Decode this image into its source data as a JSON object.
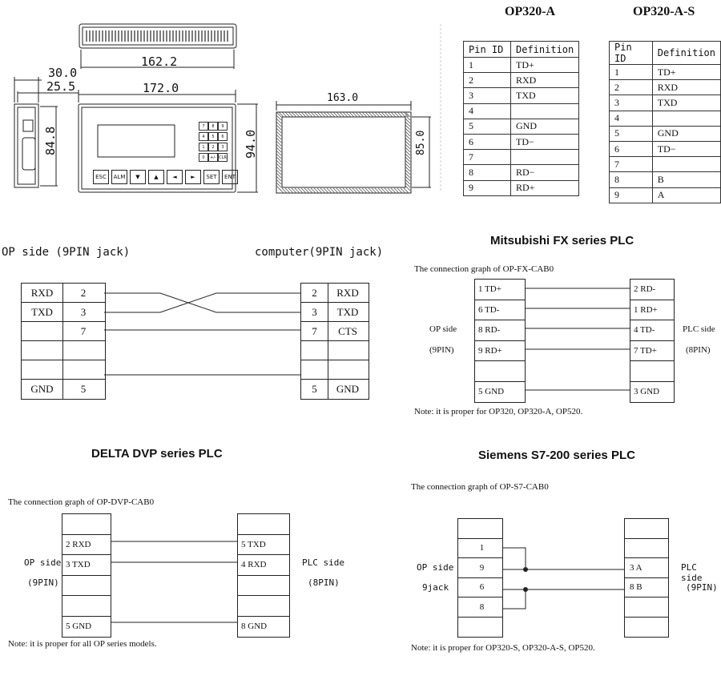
{
  "dims": {
    "w162": "162.2",
    "w30": "30.0",
    "w25": "25.5",
    "w172": "172.0",
    "h84": "84.8",
    "h94": "94.0",
    "w163": "163.0",
    "h85": "85.0"
  },
  "keys": {
    "row": [
      "ESC",
      "ALM",
      "▼",
      "▲",
      "◄",
      "►",
      "SET",
      "ENT"
    ],
    "pad": [
      "7",
      "8",
      "9",
      "4",
      "5",
      "6",
      "1",
      "2",
      "3",
      "0",
      "+/-",
      "CLR"
    ]
  },
  "op320a": {
    "title": "OP320-A",
    "headers": [
      "Pin ID",
      "Definition"
    ],
    "rows": [
      [
        "1",
        "TD+"
      ],
      [
        "2",
        "RXD"
      ],
      [
        "3",
        "TXD"
      ],
      [
        "4",
        ""
      ],
      [
        "5",
        "GND"
      ],
      [
        "6",
        "TD−"
      ],
      [
        "7",
        ""
      ],
      [
        "8",
        "RD−"
      ],
      [
        "9",
        "RD+"
      ]
    ]
  },
  "op320as": {
    "title": "OP320-A-S",
    "headers": [
      "Pin ID",
      "Definition"
    ],
    "rows": [
      [
        "1",
        "TD+"
      ],
      [
        "2",
        "RXD"
      ],
      [
        "3",
        "TXD"
      ],
      [
        "4",
        ""
      ],
      [
        "5",
        "GND"
      ],
      [
        "6",
        "TD−"
      ],
      [
        "7",
        ""
      ],
      [
        "8",
        "B"
      ],
      [
        "9",
        "A"
      ]
    ]
  },
  "pc": {
    "left_title": "OP side (9PIN jack)",
    "right_title": "computer(9PIN jack)",
    "left_rows": [
      [
        "RXD",
        "2"
      ],
      [
        "TXD",
        "3"
      ],
      [
        "",
        "7"
      ],
      [
        "",
        ""
      ],
      [
        "",
        ""
      ],
      [
        "GND",
        "5"
      ]
    ],
    "right_rows": [
      [
        "2",
        "RXD"
      ],
      [
        "3",
        "TXD"
      ],
      [
        "7",
        "CTS"
      ],
      [
        "",
        ""
      ],
      [
        "",
        ""
      ],
      [
        "5",
        "GND"
      ]
    ]
  },
  "fx": {
    "title": "Mitsubishi FX series PLC",
    "caption": "The connection graph of OP-FX-CAB0",
    "left": [
      "1 TD+",
      "6 TD-",
      "8 RD-",
      "9 RD+",
      "",
      "5 GND"
    ],
    "right": [
      "2 RD-",
      "1 RD+",
      "4 TD-",
      "7 TD+",
      "",
      "3 GND"
    ],
    "op_side": "OP side",
    "op_pin": "(9PIN)",
    "plc_side": "PLC side",
    "plc_pin": "(8PIN)",
    "note": "Note: it is proper for OP320, OP320-A, OP520."
  },
  "delta": {
    "title": "DELTA DVP series PLC",
    "caption": "The connection graph of OP-DVP-CAB0",
    "left": [
      "",
      "2 RXD",
      "3 TXD",
      "",
      "",
      "5 GND"
    ],
    "right": [
      "",
      "5 TXD",
      "4 RXD",
      "",
      "",
      "8 GND"
    ],
    "op_side": "OP side",
    "op_pin": "(9PIN)",
    "plc_side": "PLC side",
    "plc_pin": "(8PIN)",
    "note": "Note: it is proper for all OP series models."
  },
  "s7": {
    "title": "Siemens S7-200 series PLC",
    "caption": "The connection graph of OP-S7-CAB0",
    "left": [
      "",
      "1",
      "9",
      "6",
      "8",
      ""
    ],
    "right": [
      "",
      "",
      "3  A",
      "8  B",
      "",
      ""
    ],
    "op_side": "OP side",
    "op_pin": "9jack",
    "plc_side": "PLC side",
    "plc_pin": "(9PIN)",
    "note": "Note: it is proper for OP320-S, OP320-A-S, OP520."
  }
}
